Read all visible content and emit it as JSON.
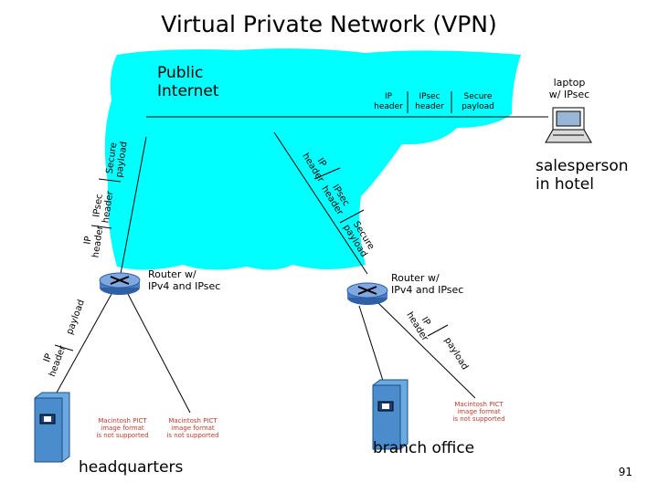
{
  "title": "Virtual Private Network (VPN)",
  "cloud": {
    "label": "Public\nInternet",
    "color": "#00ffff"
  },
  "top_packet": {
    "ip_header": "IP\nheader",
    "ipsec_header": "IPsec\nheader",
    "secure_payload": "Secure\npayload"
  },
  "laptop": {
    "label": "laptop\nw/ IPsec"
  },
  "salesperson": {
    "label": "salesperson\nin hotel"
  },
  "left_packet": {
    "ip_header": "IP\nheader",
    "ipsec_header": "IPsec\nheader",
    "secure_payload": "Secure\npayload"
  },
  "mid_packet": {
    "ip_header": "IP\nheader",
    "ipsec_header": "IPsec\nheader",
    "secure_payload": "Secure\npayload"
  },
  "router_left": {
    "label": "Router w/\nIPv4 and IPsec"
  },
  "router_right": {
    "label": "Router w/\nIPv4 and IPsec"
  },
  "hq_packet": {
    "ip_header": "IP\nheader",
    "payload": "payload"
  },
  "branch_packet": {
    "ip_header": "IP\nheader",
    "payload": "payload"
  },
  "pict_placeholder": "Macintosh PICT\nimage format\nis not supported",
  "headquarters": {
    "label": "headquarters"
  },
  "branch": {
    "label": "branch office"
  },
  "page_number": "91"
}
